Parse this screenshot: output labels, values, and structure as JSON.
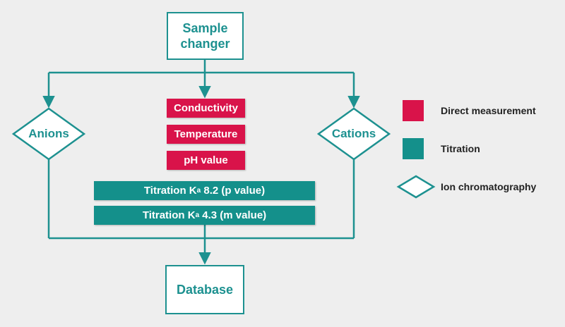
{
  "colors": {
    "teal": "#1d9190",
    "red": "#d9134a",
    "background": "#eeeeee"
  },
  "nodes": {
    "sample_changer": {
      "line1": "Sample",
      "line2": "changer"
    },
    "anions": "Anions",
    "cations": "Cations",
    "database": "Database"
  },
  "measurements": {
    "direct": [
      "Conductivity",
      "Temperature",
      "pH value"
    ],
    "titrations": [
      {
        "prefix": "Titration K",
        "sub": "a",
        "suffix": " 8.2 (p value)"
      },
      {
        "prefix": "Titration K",
        "sub": "a",
        "suffix": " 4.3 (m value)"
      }
    ]
  },
  "legend": {
    "direct": "Direct measurement",
    "titration": "Titration",
    "ion_chromatography": "Ion chromatography"
  }
}
